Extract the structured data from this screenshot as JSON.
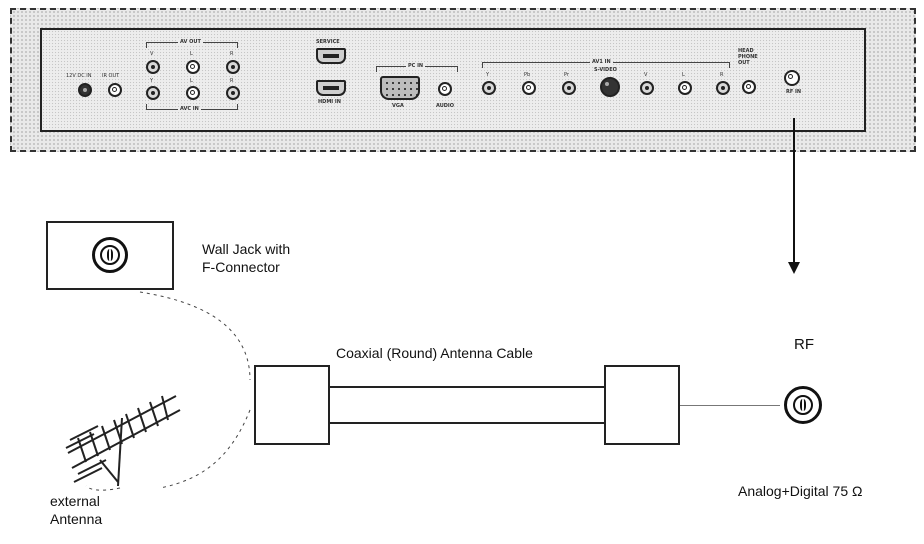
{
  "panel": {
    "labels": {
      "dc_in": "12V DC IN",
      "ir_out": "IR OUT",
      "av_out": "AV OUT",
      "avc_in": "AVC IN",
      "service": "SERVICE",
      "hdmi_in": "HDMI IN",
      "pc_in": "PC IN",
      "vga": "VGA",
      "audio": "AUDIO",
      "av1_in": "AV1 IN",
      "s_video": "S-VIDEO",
      "head_phone_out": "HEAD PHONE OUT",
      "rf_in": "RF IN",
      "jack_y": "Y",
      "jack_pb": "Pb",
      "jack_pr": "Pr",
      "jack_v": "V",
      "jack_l": "L",
      "jack_r": "R"
    }
  },
  "wall_jack": {
    "label_line1": "Wall Jack with",
    "label_line2": "F-Connector"
  },
  "cable": {
    "label": "Coaxial (Round) Antenna Cable"
  },
  "antenna": {
    "label_line1": "external",
    "label_line2": "Antenna"
  },
  "rf": {
    "label": "RF",
    "spec": "Analog+Digital 75 Ω"
  }
}
